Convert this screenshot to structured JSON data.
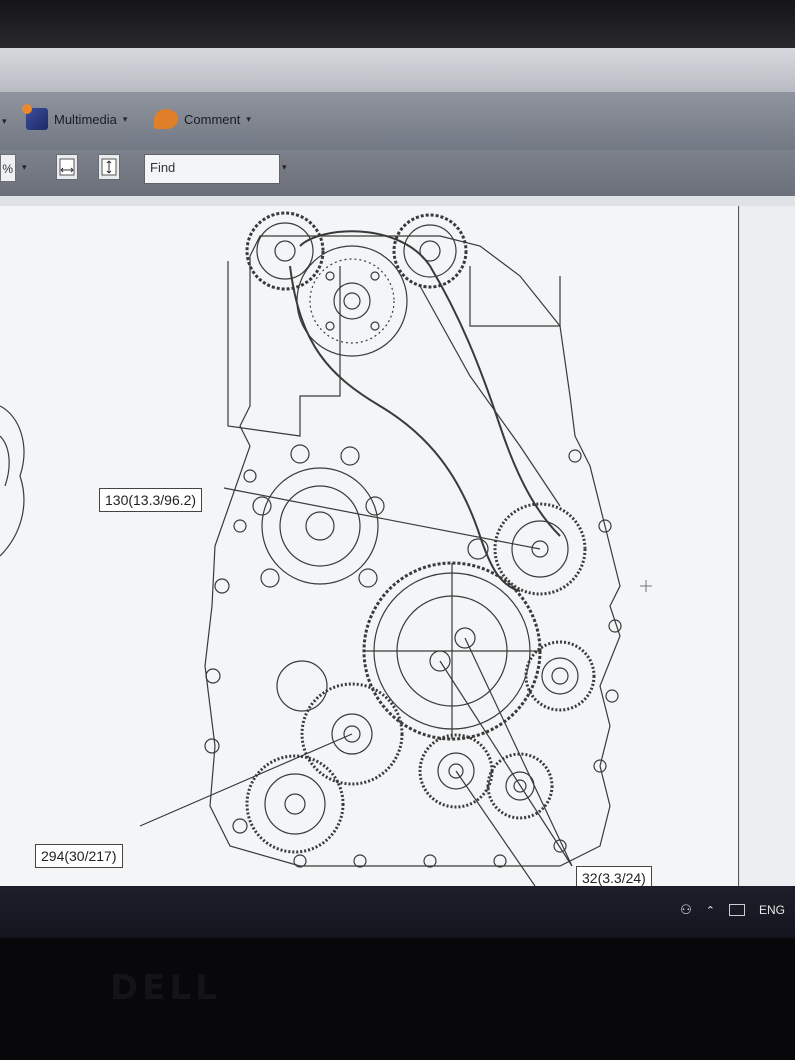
{
  "toolbar": {
    "multimedia_label": "Multimedia",
    "comment_label": "Comment",
    "dropdown_caret": "▾",
    "zoom_fragment": "%",
    "find_placeholder": "Find"
  },
  "drawing": {
    "callouts": [
      {
        "text": "130(13.3/96.2)"
      },
      {
        "text": "294(30/217)"
      },
      {
        "text": "32(3.3/24)"
      }
    ]
  },
  "taskbar": {
    "language": "ENG"
  },
  "bezel": {
    "brand": "DELL"
  }
}
